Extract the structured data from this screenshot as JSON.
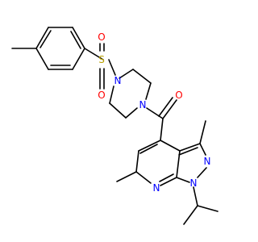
{
  "colors": {
    "bond": "#000000",
    "carbon": "#000000",
    "nitrogen": "#0000ff",
    "oxygen": "#ff0000",
    "sulfur": "#b8a000",
    "background": "#ffffff"
  },
  "atoms": [
    {
      "id": "s1",
      "label": "S",
      "color_key": "sulfur"
    },
    {
      "id": "o_s_top",
      "label": "O",
      "color_key": "oxygen"
    },
    {
      "id": "o_s_bottom",
      "label": "O",
      "color_key": "oxygen"
    },
    {
      "id": "n_pip_left",
      "label": "N",
      "color_key": "nitrogen"
    },
    {
      "id": "n_pip_right",
      "label": "N",
      "color_key": "nitrogen"
    },
    {
      "id": "o_carbonyl",
      "label": "O",
      "color_key": "oxygen"
    },
    {
      "id": "n_pyrazole_2",
      "label": "N",
      "color_key": "nitrogen"
    },
    {
      "id": "n_pyrazole_1",
      "label": "N",
      "color_key": "nitrogen"
    },
    {
      "id": "n_pyridine",
      "label": "N",
      "color_key": "nitrogen"
    }
  ]
}
